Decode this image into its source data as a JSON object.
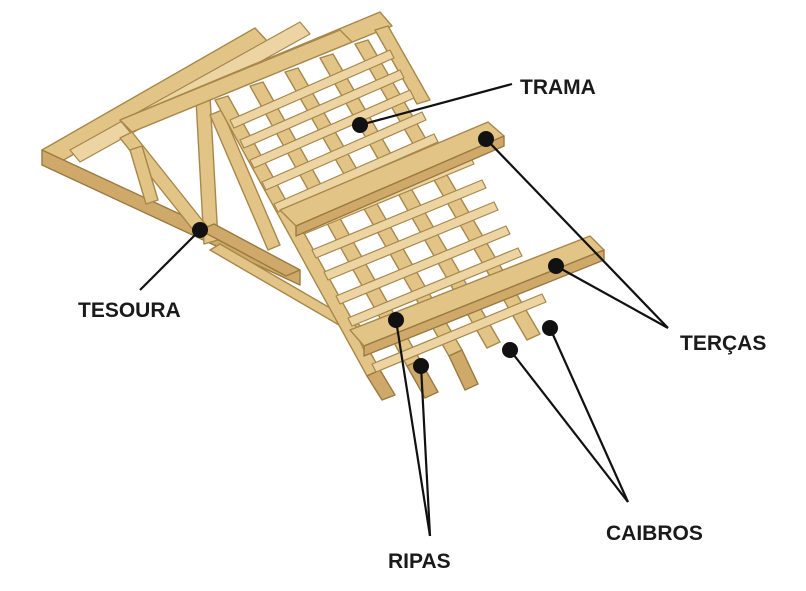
{
  "labels": {
    "trama": "TRAMA",
    "tesoura": "TESOURA",
    "tercas": "TERÇAS",
    "caibros": "CAIBROS",
    "ripas": "RIPAS"
  },
  "colors": {
    "wood": "#e2c487",
    "wood_shadow": "#cfa96a",
    "wood_outline": "#a8874b",
    "leader": "#111111"
  }
}
